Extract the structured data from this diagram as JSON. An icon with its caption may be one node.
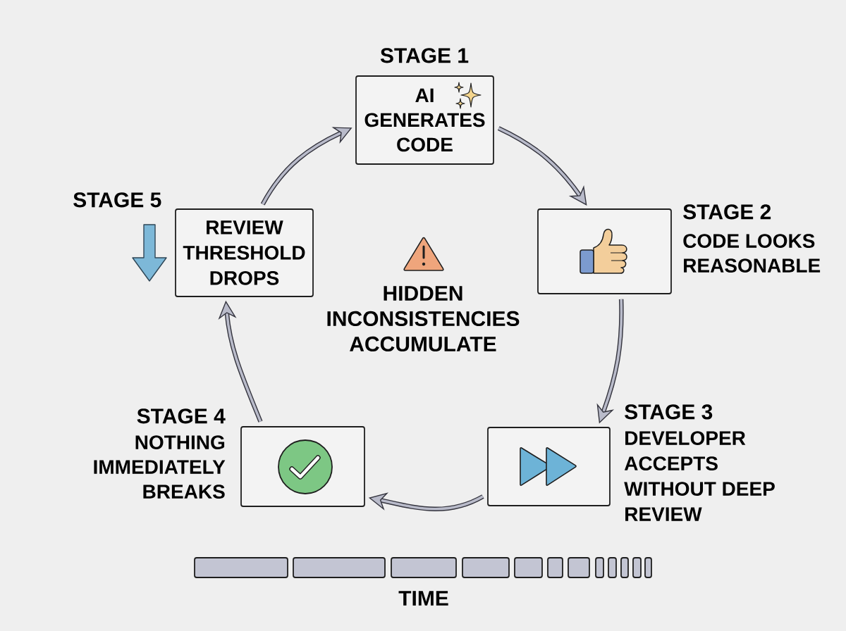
{
  "diagram": {
    "nodes": [
      {
        "text": [
          "STAGE 1",
          "AI GENERATES CODE"
        ]
      },
      {
        "text": [
          "STAGE 2",
          "CODE LOOKS REASONABLE"
        ]
      },
      {
        "text": [
          "STAGE 3",
          "DEVELOPER ACCEPTS WITHOUT DEEP REVIEW"
        ]
      },
      {
        "text": [
          "STAGE 4",
          "NOTHING IMMEDIATELY BREAKS"
        ]
      },
      {
        "text": [
          "STAGE 5",
          "REVIEW THRESHOLD DROPS"
        ]
      }
    ],
    "edges": [
      {
        "from": 0,
        "to": 1,
        "arrow": "to"
      },
      {
        "from": 1,
        "to": 2,
        "arrow": "to"
      },
      {
        "from": 2,
        "to": 3,
        "arrow": "to"
      },
      {
        "from": 3,
        "to": 4,
        "arrow": "to"
      },
      {
        "from": 4,
        "to": 0,
        "arrow": "to"
      }
    ],
    "labels": [
      "HIDDEN INCONSISTENCIES ACCUMULATE",
      "TIME"
    ]
  }
}
